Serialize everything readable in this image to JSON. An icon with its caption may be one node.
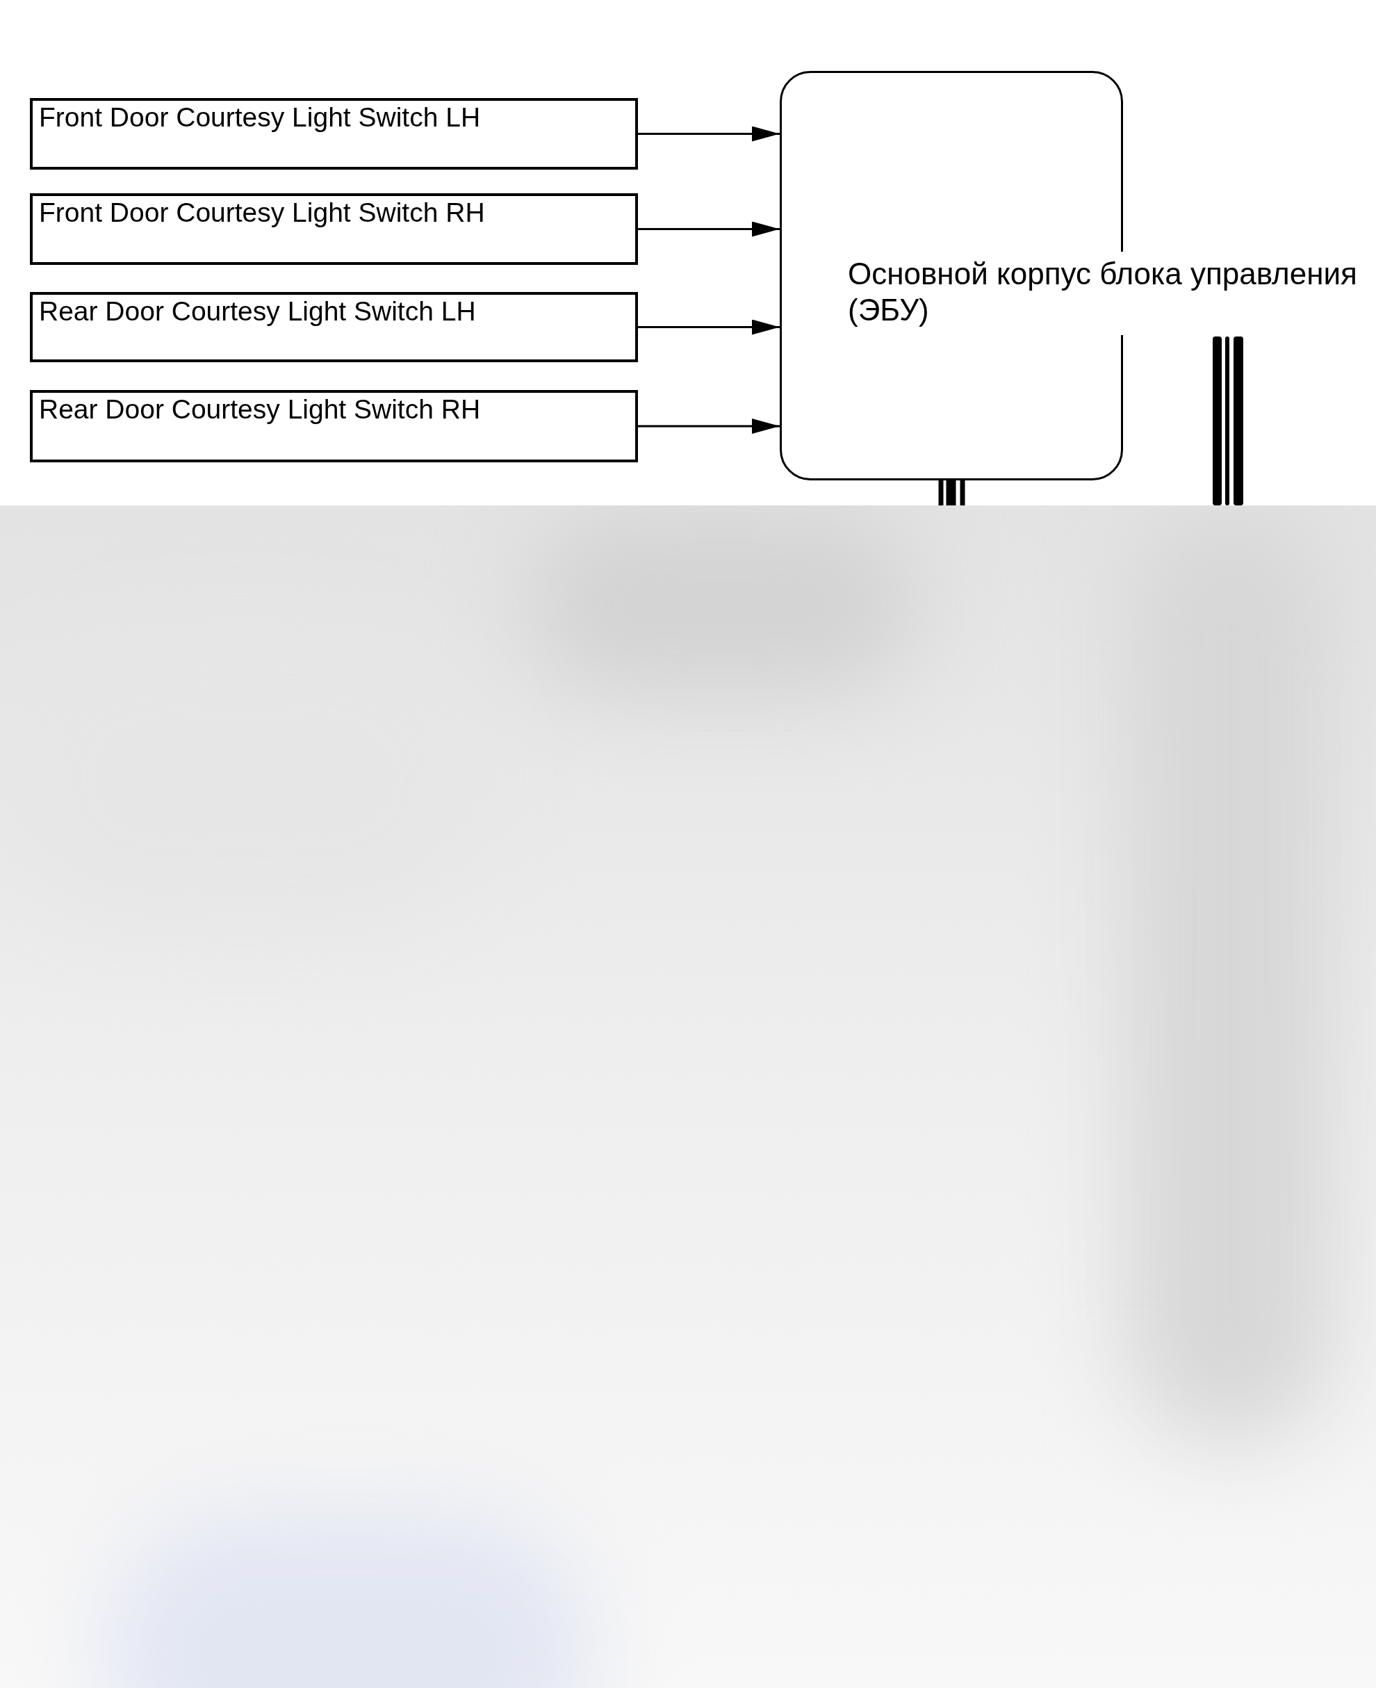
{
  "diagram": {
    "nodes": [
      {
        "text": [
          "Front Door Courtesy Light Switch LH"
        ]
      },
      {
        "text": [
          "Front Door Courtesy Light Switch RH"
        ]
      },
      {
        "text": [
          "Rear Door Courtesy Light Switch LH"
        ]
      },
      {
        "text": [
          "Rear Door Courtesy Light Switch RH"
        ]
      },
      {
        "text": [
          "Основной корпус блока управления (ЭБУ)"
        ]
      }
    ],
    "edges": [
      {
        "from": 0,
        "to": 4,
        "arrow": "to"
      },
      {
        "from": 1,
        "to": 4,
        "arrow": "to"
      },
      {
        "from": 2,
        "to": 4,
        "arrow": "to"
      },
      {
        "from": 3,
        "to": 4,
        "arrow": "to"
      },
      {
        "from": 4,
        "to": null,
        "arrow": "none",
        "style": "thick"
      }
    ]
  }
}
